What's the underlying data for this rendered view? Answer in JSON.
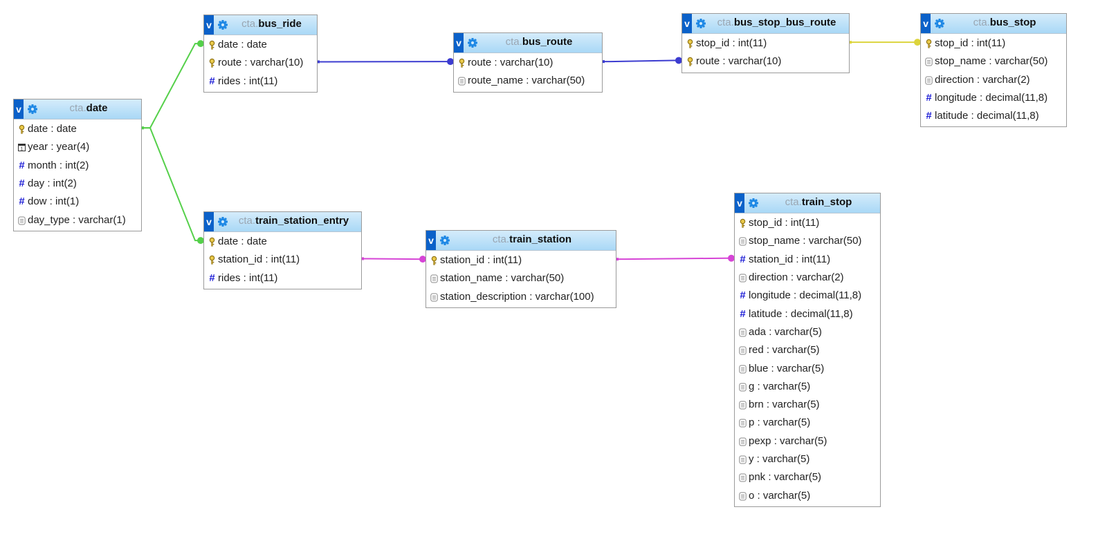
{
  "schema": "cta.",
  "tables": [
    {
      "id": "date",
      "name": "date",
      "columns": [
        {
          "label": "date : date",
          "icon": "key-icon"
        },
        {
          "label": "year : year(4)",
          "icon": "calendar-icon"
        },
        {
          "label": "month : int(2)",
          "icon": "numeric-icon"
        },
        {
          "label": "day : int(2)",
          "icon": "numeric-icon"
        },
        {
          "label": "dow : int(1)",
          "icon": "numeric-icon"
        },
        {
          "label": "day_type : varchar(1)",
          "icon": "text-icon"
        }
      ]
    },
    {
      "id": "bus_ride",
      "name": "bus_ride",
      "columns": [
        {
          "label": "date : date",
          "icon": "key-icon"
        },
        {
          "label": "route : varchar(10)",
          "icon": "key-icon"
        },
        {
          "label": "rides : int(11)",
          "icon": "numeric-icon"
        }
      ]
    },
    {
      "id": "bus_route",
      "name": "bus_route",
      "columns": [
        {
          "label": "route : varchar(10)",
          "icon": "key-icon"
        },
        {
          "label": "route_name : varchar(50)",
          "icon": "text-icon"
        }
      ]
    },
    {
      "id": "bus_stop_bus_route",
      "name": "bus_stop_bus_route",
      "columns": [
        {
          "label": "stop_id : int(11)",
          "icon": "key-icon"
        },
        {
          "label": "route : varchar(10)",
          "icon": "key-icon"
        }
      ]
    },
    {
      "id": "bus_stop",
      "name": "bus_stop",
      "columns": [
        {
          "label": "stop_id : int(11)",
          "icon": "key-icon"
        },
        {
          "label": "stop_name : varchar(50)",
          "icon": "text-icon"
        },
        {
          "label": "direction : varchar(2)",
          "icon": "text-icon"
        },
        {
          "label": "longitude : decimal(11,8)",
          "icon": "numeric-icon"
        },
        {
          "label": "latitude : decimal(11,8)",
          "icon": "numeric-icon"
        }
      ]
    },
    {
      "id": "train_station_entry",
      "name": "train_station_entry",
      "columns": [
        {
          "label": "date : date",
          "icon": "key-icon"
        },
        {
          "label": "station_id : int(11)",
          "icon": "key-icon"
        },
        {
          "label": "rides : int(11)",
          "icon": "numeric-icon"
        }
      ]
    },
    {
      "id": "train_station",
      "name": "train_station",
      "columns": [
        {
          "label": "station_id : int(11)",
          "icon": "key-icon"
        },
        {
          "label": "station_name : varchar(50)",
          "icon": "text-icon"
        },
        {
          "label": "station_description : varchar(100)",
          "icon": "text-icon"
        }
      ]
    },
    {
      "id": "train_stop",
      "name": "train_stop",
      "columns": [
        {
          "label": "stop_id : int(11)",
          "icon": "key-icon"
        },
        {
          "label": "stop_name : varchar(50)",
          "icon": "text-icon"
        },
        {
          "label": "station_id : int(11)",
          "icon": "numeric-icon"
        },
        {
          "label": "direction : varchar(2)",
          "icon": "text-icon"
        },
        {
          "label": "longitude : decimal(11,8)",
          "icon": "numeric-icon"
        },
        {
          "label": "latitude : decimal(11,8)",
          "icon": "numeric-icon"
        },
        {
          "label": "ada : varchar(5)",
          "icon": "text-icon"
        },
        {
          "label": "red : varchar(5)",
          "icon": "text-icon"
        },
        {
          "label": "blue : varchar(5)",
          "icon": "text-icon"
        },
        {
          "label": "g : varchar(5)",
          "icon": "text-icon"
        },
        {
          "label": "brn : varchar(5)",
          "icon": "text-icon"
        },
        {
          "label": "p : varchar(5)",
          "icon": "text-icon"
        },
        {
          "label": "pexp : varchar(5)",
          "icon": "text-icon"
        },
        {
          "label": "y : varchar(5)",
          "icon": "text-icon"
        },
        {
          "label": "pnk : varchar(5)",
          "icon": "text-icon"
        },
        {
          "label": "o : varchar(5)",
          "icon": "text-icon"
        }
      ]
    }
  ],
  "relations": [
    {
      "from": "date",
      "to": "bus_ride",
      "color": "#55d04a"
    },
    {
      "from": "date",
      "to": "train_station_entry",
      "color": "#55d04a"
    },
    {
      "from": "bus_ride",
      "to": "bus_route",
      "color": "#3c3cd0"
    },
    {
      "from": "bus_route",
      "to": "bus_stop_bus_route",
      "color": "#3c3cd0"
    },
    {
      "from": "bus_stop_bus_route",
      "to": "bus_stop",
      "color": "#dcd43c"
    },
    {
      "from": "train_station_entry",
      "to": "train_station",
      "color": "#d644d6"
    },
    {
      "from": "train_station",
      "to": "train_stop",
      "color": "#d644d6"
    }
  ]
}
